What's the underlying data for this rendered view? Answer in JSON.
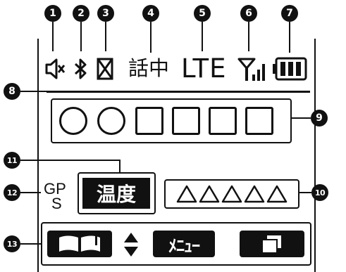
{
  "status_bar": {
    "talk_label": "話中",
    "network_label": "LTE"
  },
  "display": {
    "memory_slots": [
      {
        "shape": "circle"
      },
      {
        "shape": "circle"
      },
      {
        "shape": "square"
      },
      {
        "shape": "square"
      },
      {
        "shape": "square"
      },
      {
        "shape": "square"
      }
    ],
    "temperature_label": "温度",
    "gps_label_top": "GP",
    "gps_label_bottom": "S",
    "value_placeholders": [
      "△",
      "△",
      "△",
      "△",
      "△"
    ]
  },
  "softkeys": {
    "center_label": "ﾒﾆｭｰ"
  },
  "callouts": [
    {
      "id": "1",
      "text": "1"
    },
    {
      "id": "2",
      "text": "2"
    },
    {
      "id": "3",
      "text": "3"
    },
    {
      "id": "4",
      "text": "4"
    },
    {
      "id": "5",
      "text": "5"
    },
    {
      "id": "6",
      "text": "6"
    },
    {
      "id": "7",
      "text": "7"
    },
    {
      "id": "8",
      "text": "8"
    },
    {
      "id": "9",
      "text": "9"
    },
    {
      "id": "10",
      "text": "10"
    },
    {
      "id": "11",
      "text": "11"
    },
    {
      "id": "12",
      "text": "12"
    },
    {
      "id": "13",
      "text": "13"
    }
  ],
  "icons": {
    "speaker_mute": "speaker-mute-icon",
    "bluetooth": "bluetooth-icon",
    "no_sim": "crossed-box-icon",
    "signal": "signal-strength-icon",
    "battery": "battery-icon",
    "book": "open-book-icon",
    "updown": "up-down-arrow-icon",
    "window": "overlapping-windows-icon"
  },
  "colors": {
    "ink": "#111111",
    "background": "#ffffff",
    "inverse_text": "#ffffff"
  }
}
